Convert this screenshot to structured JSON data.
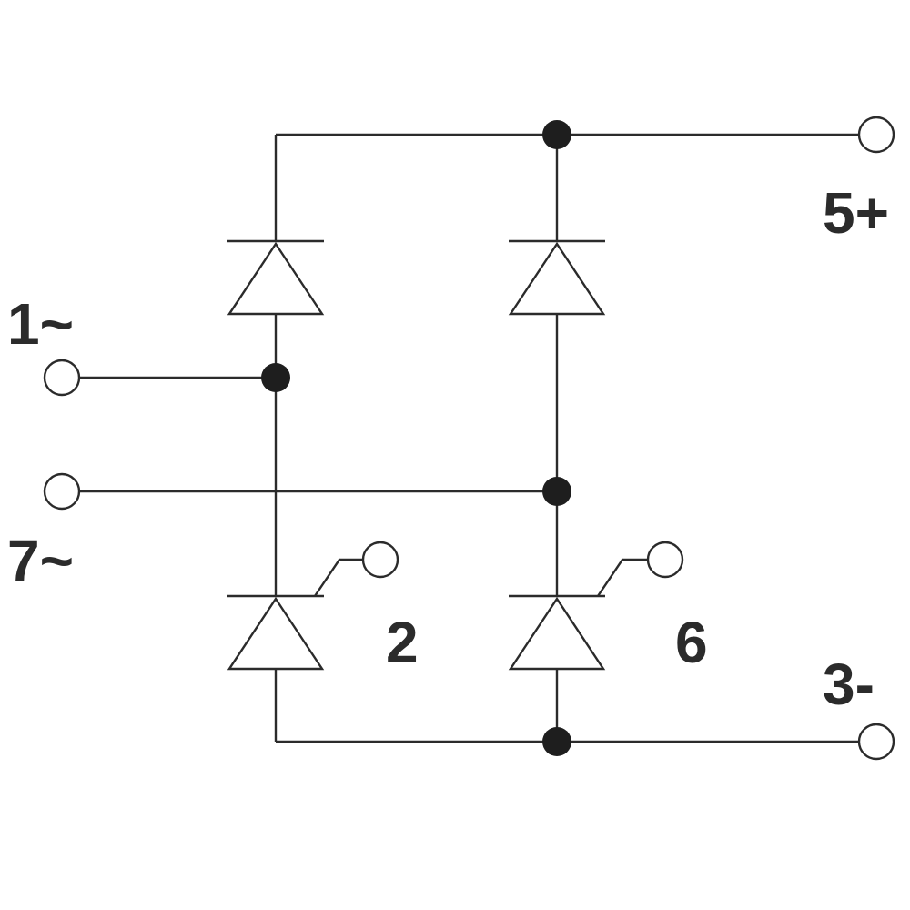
{
  "diagram": {
    "terminals": {
      "ac_in_1": "1~",
      "ac_in_7": "7~",
      "dc_plus": "5+",
      "dc_minus": "3-",
      "gate_left": "2",
      "gate_right": "6"
    },
    "colors": {
      "line": "#2b2b2b",
      "junction": "#1e1e1e",
      "background": "#ffffff"
    }
  }
}
